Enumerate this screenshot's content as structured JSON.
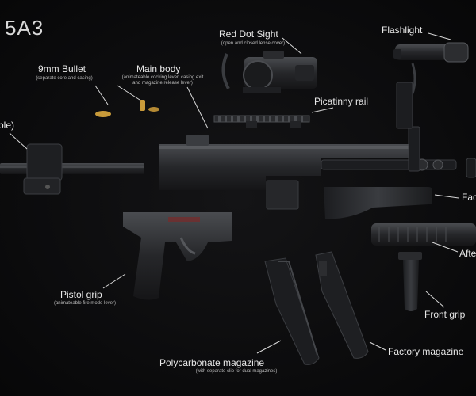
{
  "title": "5A3",
  "labels": {
    "red_dot_sight": "Red Dot Sight",
    "red_dot_sight_note": "(open and closed lense cover)",
    "flashlight": "Flashlight",
    "bullet": "9mm Bullet",
    "bullet_note": "(separate core and casing)",
    "main_body": "Main body",
    "main_body_note_1": "(animateable cocking lever, casing exit",
    "main_body_note_2": "and magazine release lever)",
    "picatinny_rail": "Picatinny rail",
    "stock_partial": "ble)",
    "factory_handguard_partial": "Fac",
    "after_partial": "Afte",
    "pistol_grip": "Pistol grip",
    "pistol_grip_note": "(animateable fire mode lever)",
    "front_grip": "Front grip",
    "polycarbonate_magazine": "Polycarbonate magazine",
    "polycarbonate_magazine_note": "(with separate clip for dual magazines)",
    "factory_magazine": "Factory magazine"
  },
  "colors": {
    "background": "#0b0b0c",
    "metal": "#2a2b2e",
    "metal_light": "#5a5c60",
    "leader": "#d8d8d8",
    "brass": "#c89a3a"
  }
}
